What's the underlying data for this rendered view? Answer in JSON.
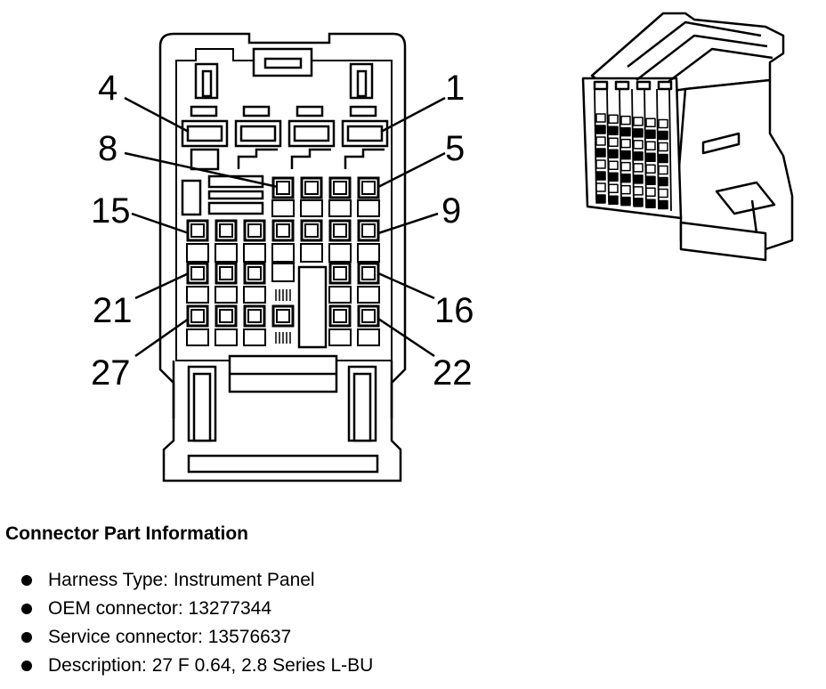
{
  "pin_labels": {
    "p4": "4",
    "p1": "1",
    "p8": "8",
    "p5": "5",
    "p15": "15",
    "p9": "9",
    "p21": "21",
    "p16": "16",
    "p27": "27",
    "p22": "22"
  },
  "info": {
    "title": "Connector Part Information",
    "items": [
      "Harness Type: Instrument Panel",
      "OEM connector: 13277344",
      "Service connector: 13576637",
      "Description: 27 F 0.64, 2.8 Series L-BU"
    ]
  }
}
